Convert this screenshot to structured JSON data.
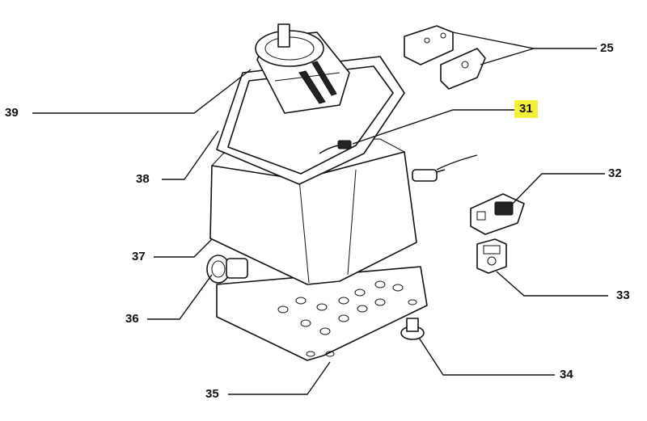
{
  "callouts": {
    "c25": "25",
    "c31": "31",
    "c32": "32",
    "c33": "33",
    "c34": "34",
    "c35": "35",
    "c36": "36",
    "c37": "37",
    "c38": "38",
    "c39": "39"
  },
  "highlight_color": "#f4ef3a"
}
